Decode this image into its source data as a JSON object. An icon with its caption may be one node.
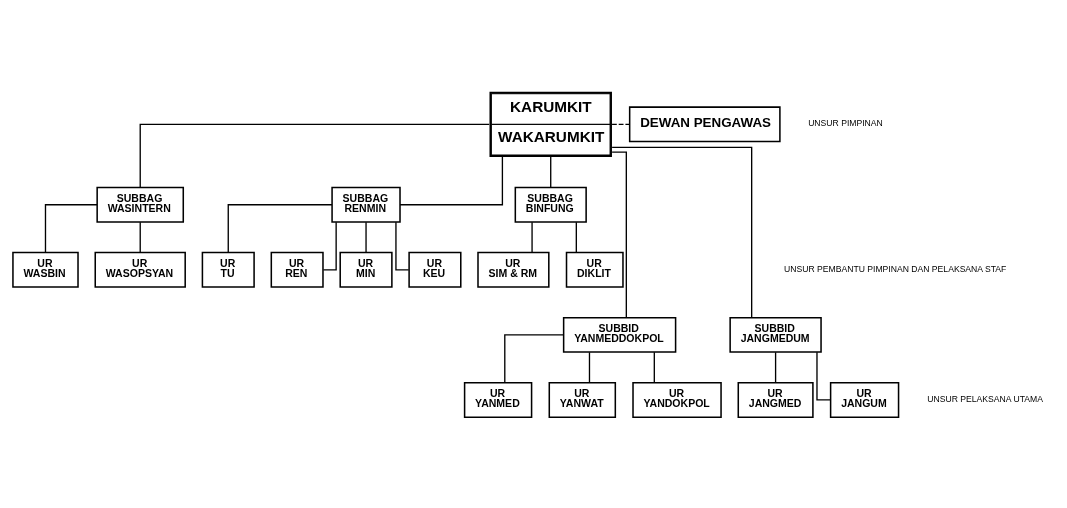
{
  "diagram": {
    "nodes": [
      {
        "text": [
          "KARUMKIT",
          "WAKARUMKIT"
        ]
      },
      {
        "text": [
          "DEWAN PENGAWAS"
        ]
      },
      {
        "text": [
          "SUBBAG WASINTERN"
        ]
      },
      {
        "text": [
          "SUBBAG RENMIN"
        ]
      },
      {
        "text": [
          "SUBBAG BINFUNG"
        ]
      },
      {
        "text": [
          "UR WASBIN"
        ]
      },
      {
        "text": [
          "UR WASOPSYAN"
        ]
      },
      {
        "text": [
          "UR TU"
        ]
      },
      {
        "text": [
          "UR REN"
        ]
      },
      {
        "text": [
          "UR MIN"
        ]
      },
      {
        "text": [
          "UR KEU"
        ]
      },
      {
        "text": [
          "UR SIM & RM"
        ]
      },
      {
        "text": [
          "UR DIKLIT"
        ]
      },
      {
        "text": [
          "SUBBID YANMEDDOKPOL"
        ]
      },
      {
        "text": [
          "SUBBID JANGMEDUM"
        ]
      },
      {
        "text": [
          "UR YANMED"
        ]
      },
      {
        "text": [
          "UR YANWAT"
        ]
      },
      {
        "text": [
          "UR YANDOKPOL"
        ]
      },
      {
        "text": [
          "UR JANGMED"
        ]
      },
      {
        "text": [
          "UR JANGUM"
        ]
      }
    ],
    "edges": [
      {
        "from": 0,
        "to": 1,
        "arrow": "none",
        "style": "dashed"
      },
      {
        "from": 0,
        "to": 2,
        "arrow": "none"
      },
      {
        "from": 0,
        "to": 3,
        "arrow": "none"
      },
      {
        "from": 0,
        "to": 4,
        "arrow": "none"
      },
      {
        "from": 2,
        "to": 5,
        "arrow": "none"
      },
      {
        "from": 2,
        "to": 6,
        "arrow": "none"
      },
      {
        "from": 3,
        "to": 7,
        "arrow": "none"
      },
      {
        "from": 3,
        "to": 8,
        "arrow": "none"
      },
      {
        "from": 3,
        "to": 9,
        "arrow": "none"
      },
      {
        "from": 3,
        "to": 10,
        "arrow": "none"
      },
      {
        "from": 4,
        "to": 11,
        "arrow": "none"
      },
      {
        "from": 4,
        "to": 12,
        "arrow": "none"
      },
      {
        "from": 0,
        "to": 13,
        "arrow": "none"
      },
      {
        "from": 0,
        "to": 14,
        "arrow": "none"
      },
      {
        "from": 13,
        "to": 15,
        "arrow": "none"
      },
      {
        "from": 13,
        "to": 16,
        "arrow": "none"
      },
      {
        "from": 13,
        "to": 17,
        "arrow": "none"
      },
      {
        "from": 14,
        "to": 18,
        "arrow": "none"
      },
      {
        "from": 14,
        "to": 19,
        "arrow": "none"
      }
    ],
    "labels": [
      "UNSUR PIMPINAN",
      "UNSUR PEMBANTU PIMPINAN DAN PELAKSANA STAF",
      "UNSUR PELAKSANA UTAMA"
    ]
  }
}
